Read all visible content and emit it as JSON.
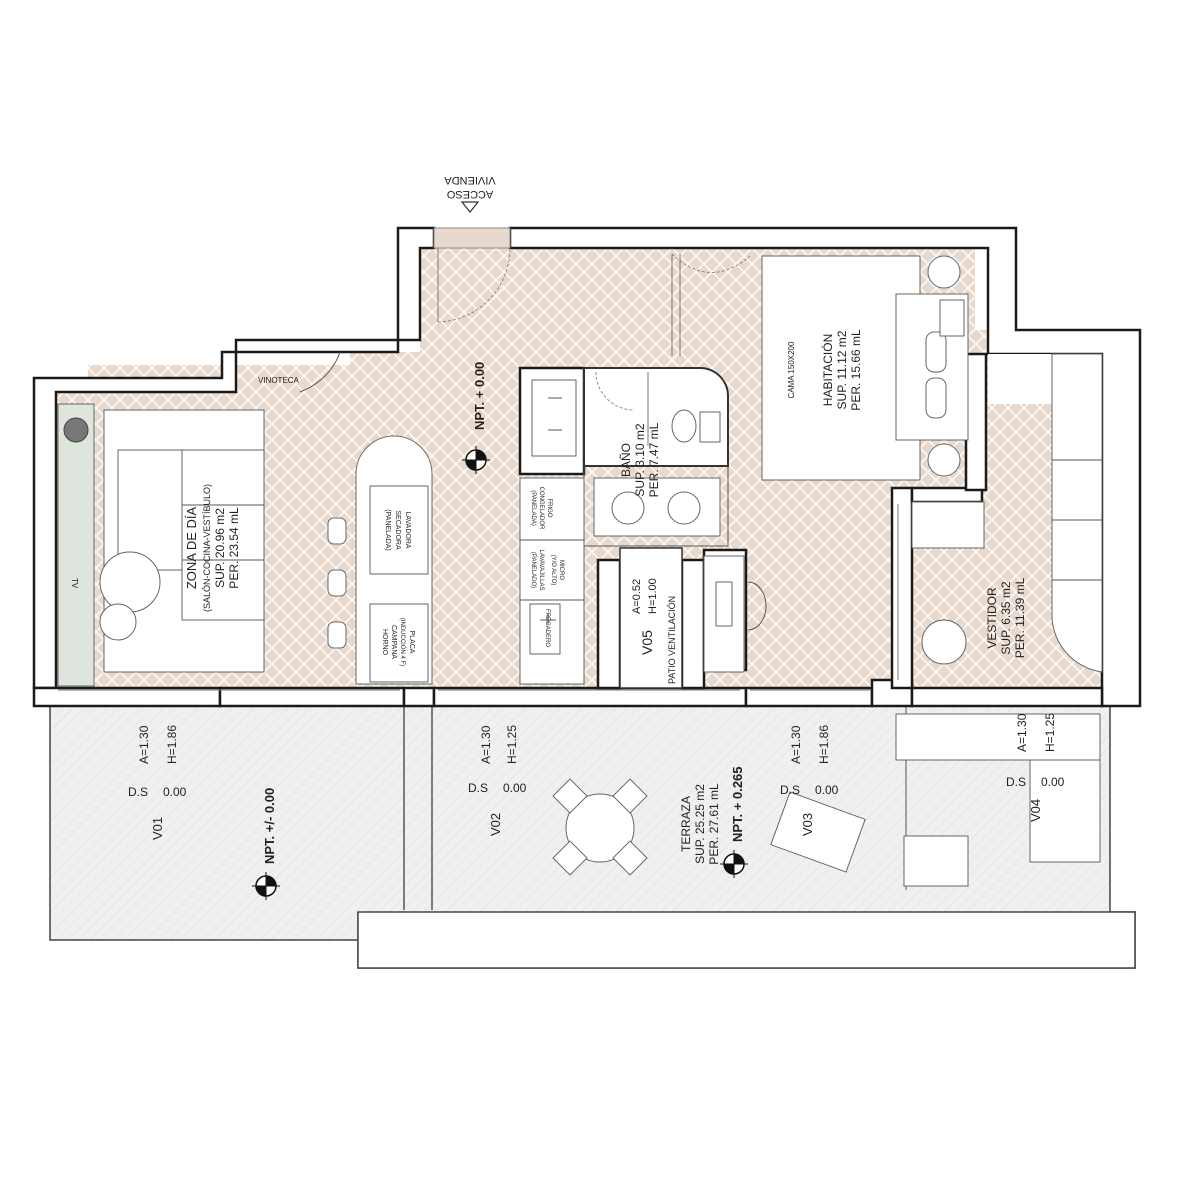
{
  "access": {
    "line1": "ACCESO",
    "line2": "VIVIENDA"
  },
  "levels": {
    "interior": "NPT. + 0.00",
    "terrace_left": "NPT. +/- 0.00",
    "terrace_right": "NPT. + 0.265"
  },
  "rooms": {
    "day_zone": {
      "name": "ZONA DE DÍA",
      "sub": "(SALÓN-COCINA-VESTÍBULO)",
      "area": "SUP. 20.96 m2",
      "perimeter": "PER. 23.54 mL"
    },
    "bedroom": {
      "name": "HABITACIÓN",
      "area": "SUP. 11.12 m2",
      "perimeter": "PER. 15.66 mL"
    },
    "bathroom": {
      "name": "BAÑO",
      "area": "SUP. 3.10 m2",
      "perimeter": "PER. 7.47 mL"
    },
    "dressing": {
      "name": "VESTIDOR",
      "area": "SUP. 6.35 m2",
      "perimeter": "PER. 11.39 mL"
    },
    "terrace": {
      "name": "TERRAZA",
      "area": "SUP. 25.25 m2",
      "perimeter": "PER. 27.61 mL"
    }
  },
  "fixtures": {
    "wine": "VINOTECA",
    "tv": "TV",
    "bed": "CAMA 150X200",
    "washer": [
      "LAVADORA",
      "SECADORA",
      "(PANELADA)"
    ],
    "hob": [
      "PLACA",
      "(INDUCCIÓN 4 F)",
      "CAMPANA",
      "HORNO"
    ],
    "fridge": [
      "FRIGO",
      "CONGELADOR",
      "(PANELADA)"
    ],
    "dishwasher": [
      "MICRO",
      "(Y/O ALTO)",
      "LAVAVAJILLAS",
      "(PANELADO)"
    ],
    "sink": "FREGADERO",
    "vent": "PATIO VENTILACIÓN"
  },
  "windows": [
    {
      "id": "V01",
      "a": "A=1.30",
      "h": "H=1.86",
      "ds": "D.S",
      "ds_val": "0.00"
    },
    {
      "id": "V02",
      "a": "A=1.30",
      "h": "H=1.25",
      "ds": "D.S",
      "ds_val": "0.00"
    },
    {
      "id": "V03",
      "a": "A=1.30",
      "h": "H=1.86",
      "ds": "D.S",
      "ds_val": "0.00"
    },
    {
      "id": "V04",
      "a": "A=1.30",
      "h": "H=1.25",
      "ds": "D.S",
      "ds_val": "0.00"
    },
    {
      "id": "V05",
      "a": "A=0.52",
      "h": "H=1.00"
    }
  ],
  "colors": {
    "floor": "#e8d9cc",
    "terrace": "#efefef",
    "wall": "#1a1a1a"
  }
}
